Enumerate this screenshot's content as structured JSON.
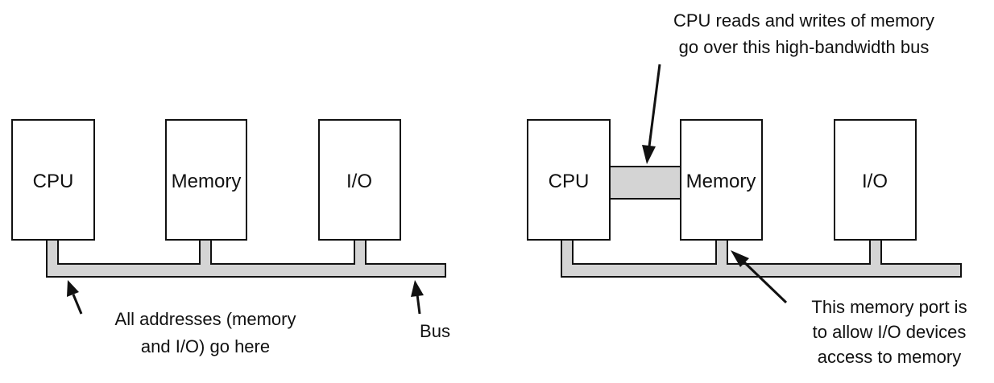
{
  "left": {
    "cpu": "CPU",
    "memory": "Memory",
    "io": "I/O",
    "note_line1": "All addresses (memory",
    "note_line2": "and I/O) go here",
    "bus": "Bus"
  },
  "right": {
    "cpu": "CPU",
    "memory": "Memory",
    "io": "I/O",
    "top_note_line1": "CPU reads and writes of memory",
    "top_note_line2": "go over this high-bandwidth bus",
    "port_note_line1": "This memory port is",
    "port_note_line2": "to allow I/O devices",
    "port_note_line3": "access to memory"
  },
  "colors": {
    "bus_fill": "#d4d4d4",
    "stroke": "#111111"
  }
}
